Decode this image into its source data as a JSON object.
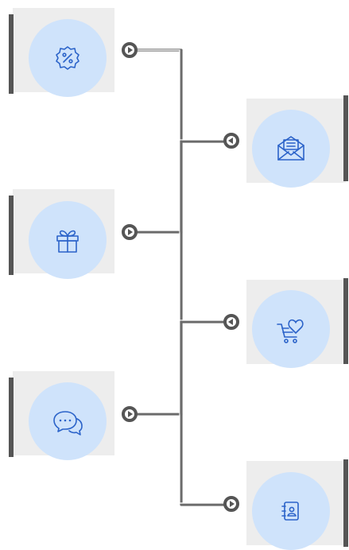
{
  "diagram": {
    "colors": {
      "accent_bar": "#555555",
      "panel": "#ededed",
      "circle": "#cfe3fb",
      "icon": "#2b63c9",
      "connector": "#6b6b6b"
    },
    "left_nodes": [
      {
        "id": "discount",
        "icon": "discount-badge-icon"
      },
      {
        "id": "gift",
        "icon": "gift-icon"
      },
      {
        "id": "chat",
        "icon": "chat-bubbles-icon"
      }
    ],
    "right_nodes": [
      {
        "id": "newsletter",
        "icon": "mail-envelope-icon"
      },
      {
        "id": "wishlist-cart",
        "icon": "cart-heart-icon"
      },
      {
        "id": "contacts",
        "icon": "contact-book-icon"
      }
    ],
    "connections": [
      {
        "from": "discount",
        "to": "newsletter"
      },
      {
        "from": "gift",
        "to": "wishlist-cart"
      },
      {
        "from": "chat",
        "to": "contacts"
      }
    ]
  }
}
